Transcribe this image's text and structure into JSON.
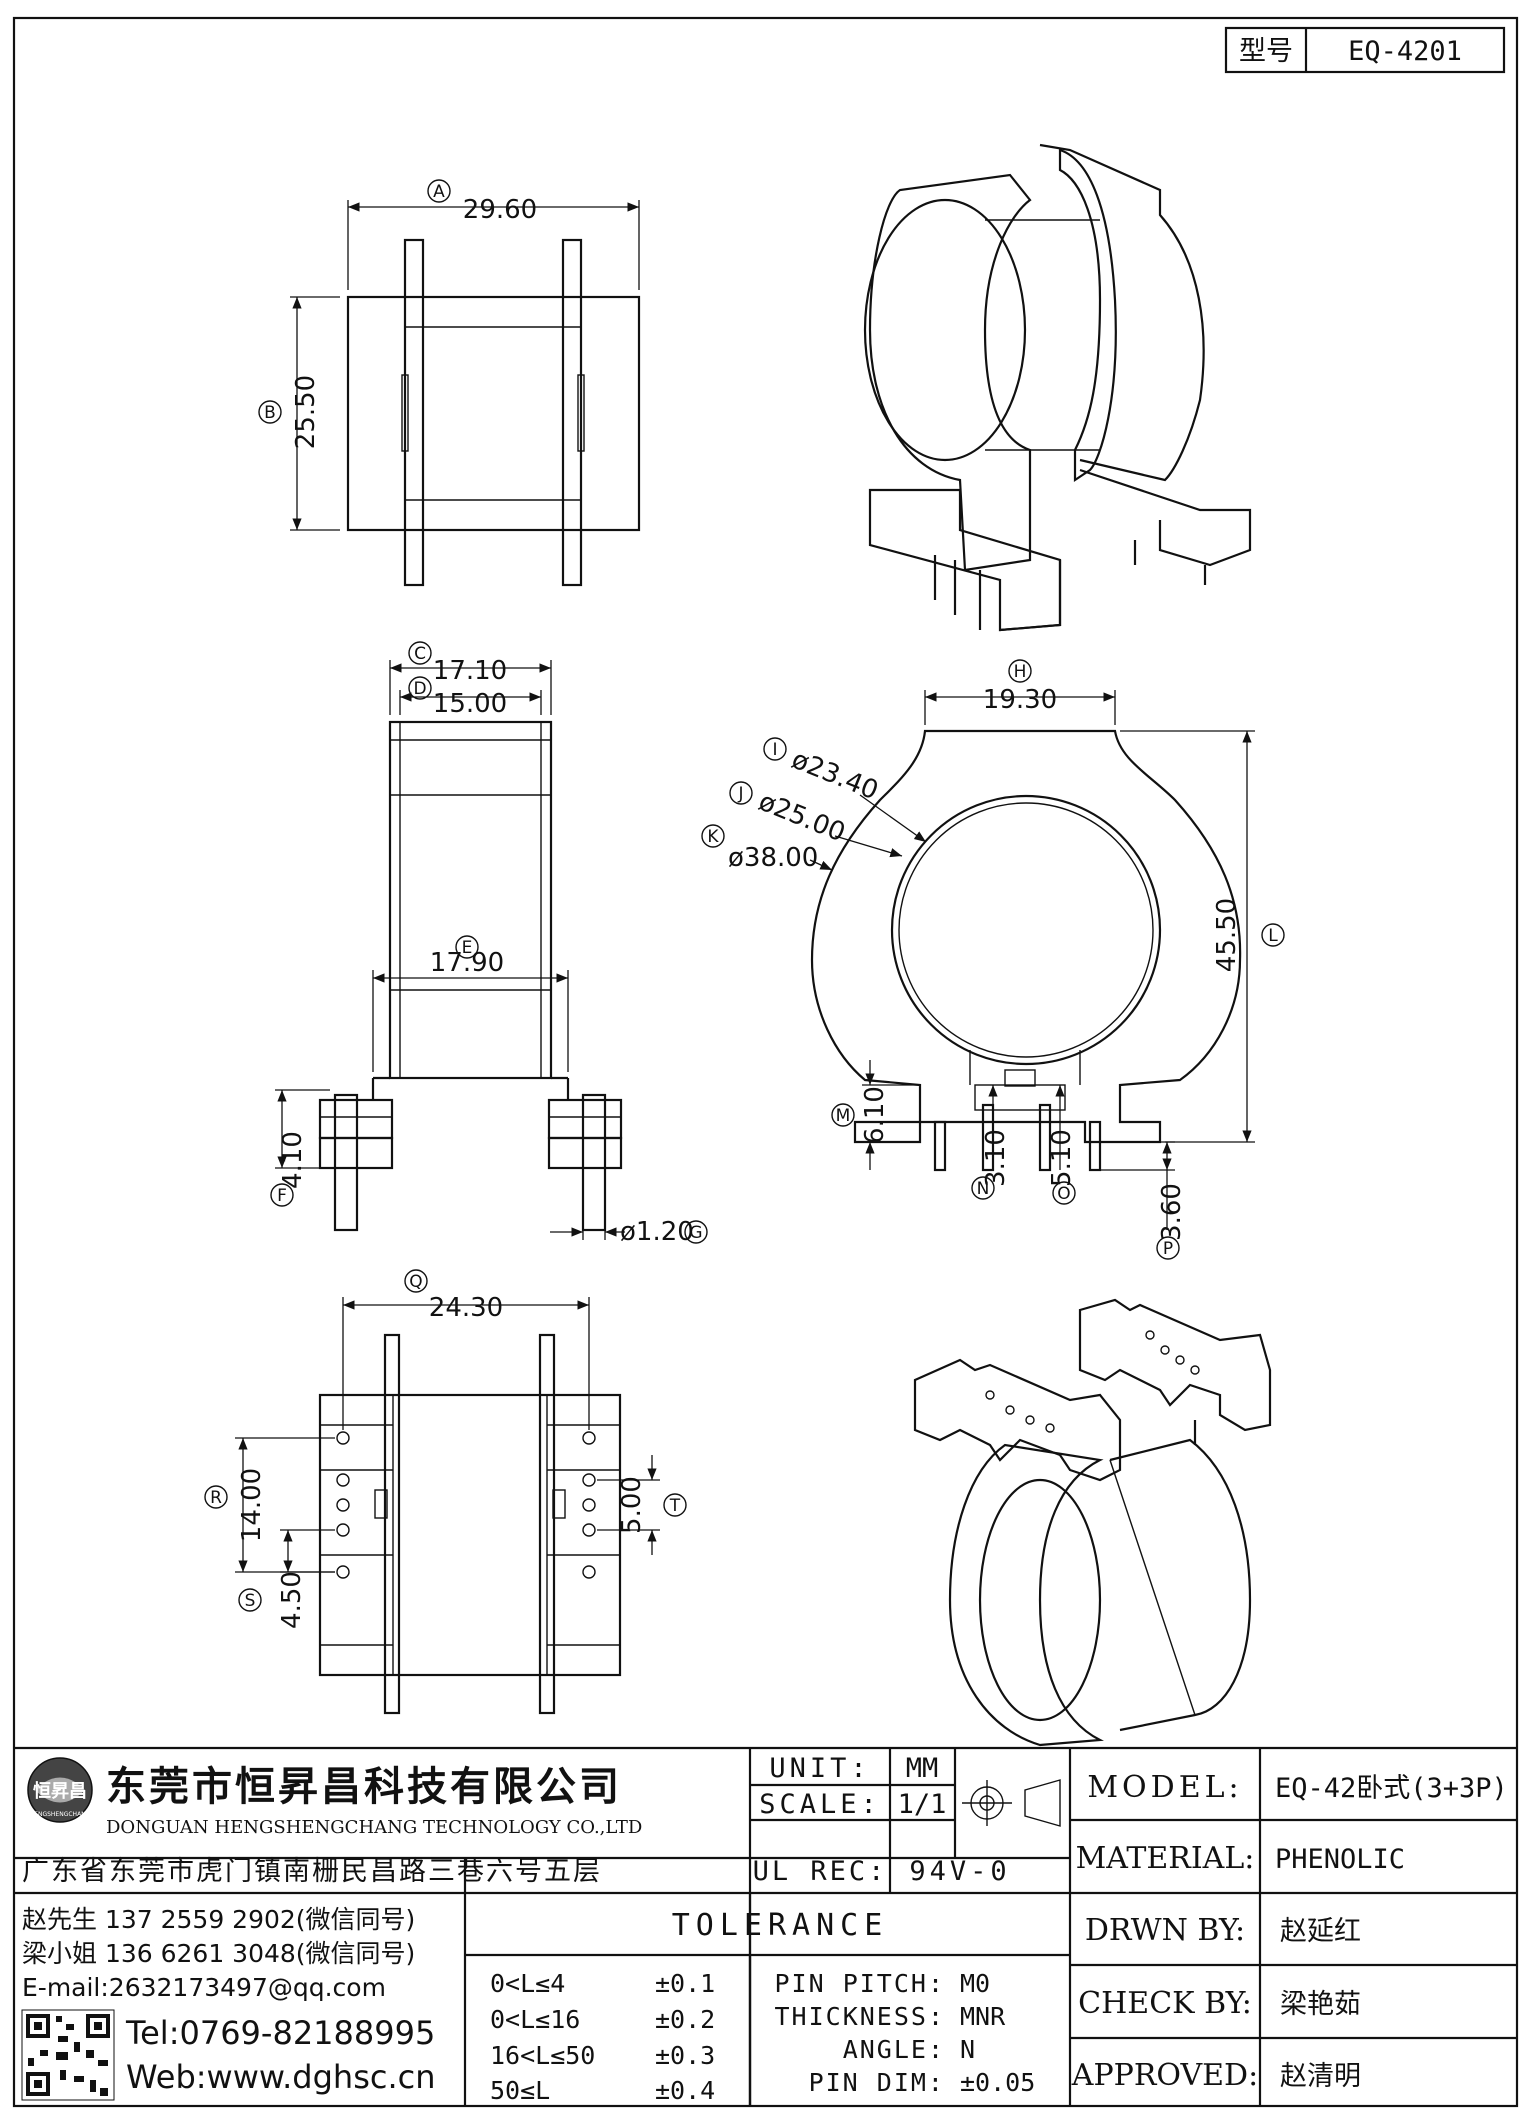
{
  "header": {
    "label": "型号",
    "value": "EQ-4201"
  },
  "dims": {
    "A": {
      "label": "A",
      "value": "29.60"
    },
    "B": {
      "label": "B",
      "value": "25.50"
    },
    "C": {
      "label": "C",
      "value": "17.10"
    },
    "D": {
      "label": "D",
      "value": "15.00"
    },
    "E": {
      "label": "E",
      "value": "17.90"
    },
    "F": {
      "label": "F",
      "value": "4.10"
    },
    "G": {
      "label": "G",
      "value": "ø1.20"
    },
    "H": {
      "label": "H",
      "value": "19.30"
    },
    "I": {
      "label": "I",
      "value": "ø23.40"
    },
    "J": {
      "label": "J",
      "value": "ø25.00"
    },
    "K": {
      "label": "K",
      "value": "ø38.00"
    },
    "L": {
      "label": "L",
      "value": "45.50"
    },
    "M": {
      "label": "M",
      "value": "6.10"
    },
    "N": {
      "label": "N",
      "value": "3.10"
    },
    "O": {
      "label": "O",
      "value": "5.10"
    },
    "P": {
      "label": "P",
      "value": "3.60"
    },
    "Q": {
      "label": "Q",
      "value": "24.30"
    },
    "R": {
      "label": "R",
      "value": "14.00"
    },
    "S": {
      "label": "S",
      "value": "4.50"
    },
    "T": {
      "label": "T",
      "value": "5.00"
    }
  },
  "company": {
    "logo_text": "恒昇昌",
    "logo_sub": "HENGSHENGCHANG",
    "name_cn": "东莞市恒昇昌科技有限公司",
    "name_en": "DONGUAN HENGSHENGCHANG TECHNOLOGY CO.,LTD",
    "address": "广东省东莞市虎门镇南栅民昌路三巷六号五层",
    "contacts": [
      "赵先生 137 2559 2902(微信同号)",
      "梁小姐 136 6261 3048(微信同号)",
      "E-mail:2632173497@qq.com",
      "Tel:0769-82188995",
      "Web:www.dghsc.cn"
    ]
  },
  "specs": {
    "unit_label": "UNIT:",
    "unit_value": "MM",
    "scale_label": "SCALE:",
    "scale_value": "1/1",
    "ulrec_label": "UL REC:",
    "ulrec_value": "94V-0"
  },
  "tolerance": {
    "title": "TOLERANCE",
    "rows": [
      {
        "range": "0<L≤4",
        "tol": "±0.1"
      },
      {
        "range": "0<L≤16",
        "tol": "±0.2"
      },
      {
        "range": "16<L≤50",
        "tol": "±0.3"
      },
      {
        "range": "50≤L",
        "tol": "±0.4"
      }
    ],
    "pin_pitch_label": "PIN PITCH:",
    "pin_pitch_value": "M0",
    "thickness_label": "THICKNESS:",
    "thickness_value": "MNR",
    "angle_label": "ANGLE:",
    "angle_value": "N",
    "pin_dim_label": "PIN DIM:",
    "pin_dim_value": "±0.05"
  },
  "titleblock": {
    "model_label": "MODEL:",
    "model_value": "EQ-42卧式(3+3P)",
    "material_label": "MATERIAL:",
    "material_value": "PHENOLIC",
    "drawn_label": "DRWN BY:",
    "drawn_value": "赵延红",
    "check_label": "CHECK BY:",
    "check_value": "梁艳茹",
    "approved_label": "APPROVED:",
    "approved_value": "赵清明"
  }
}
